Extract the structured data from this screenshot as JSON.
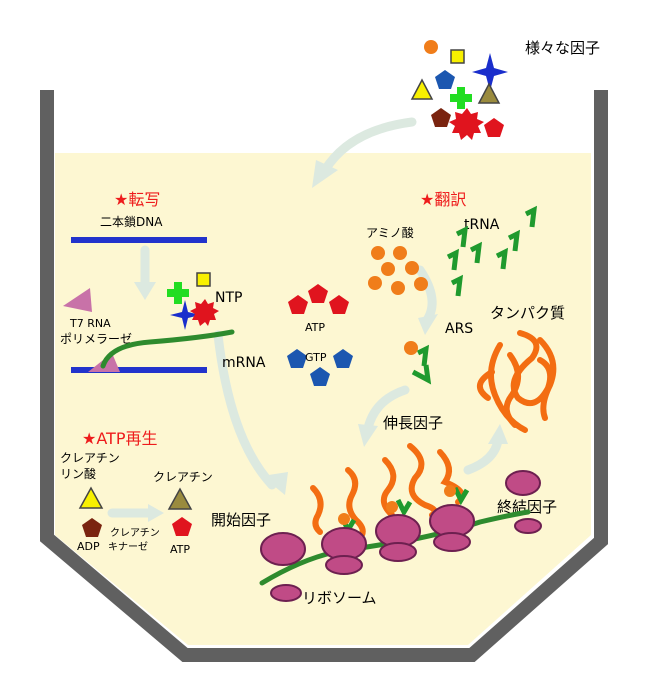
{
  "labels": {
    "various_factors": "様々な因子",
    "transcription": "★転写",
    "double_strand_dna": "二本鎖DNA",
    "t7_rna": "T7 RNA",
    "polymerase": "ポリメラーゼ",
    "ntp": "NTP",
    "atp": "ATP",
    "gtp": "GTP",
    "mrna": "mRNA",
    "translation": "★翻訳",
    "amino_acid": "アミノ酸",
    "trna": "tRNA",
    "ars": "ARS",
    "protein": "タンパク質",
    "elongation_factor": "伸長因子",
    "initiation_factor": "開始因子",
    "termination_factor": "終結因子",
    "ribosome": "リボソーム",
    "atp_regeneration": "★ATP再生",
    "creatine_phosphate_1": "クレアチン",
    "creatine_phosphate_2": "リン酸",
    "creatine": "クレアチン",
    "adp": "ADP",
    "creatine_kinase_1": "クレアチン",
    "creatine_kinase_2": "キナーゼ",
    "atp_product": "ATP"
  },
  "colors": {
    "vessel_wall": "#606060",
    "medium": "#fdf7d2",
    "flow_arrow": "#dce9e0",
    "dna": "#2233cc",
    "mrna": "#2e8b2e",
    "trna": "#1f9a2e",
    "red_factor": "#e0141e",
    "blue_factor": "#1c57b0",
    "amino_acid": "#f07d1a",
    "protein": "#f36d12",
    "ribosome": "#c04b86",
    "ribosome_edge": "#6d2050",
    "polymerase": "#c872a8",
    "heading_red": "#ee1c1c",
    "yellow": "#f8f000",
    "olive": "#9a8b3e",
    "brown": "#7a2410",
    "green_cross": "#22dd22"
  }
}
